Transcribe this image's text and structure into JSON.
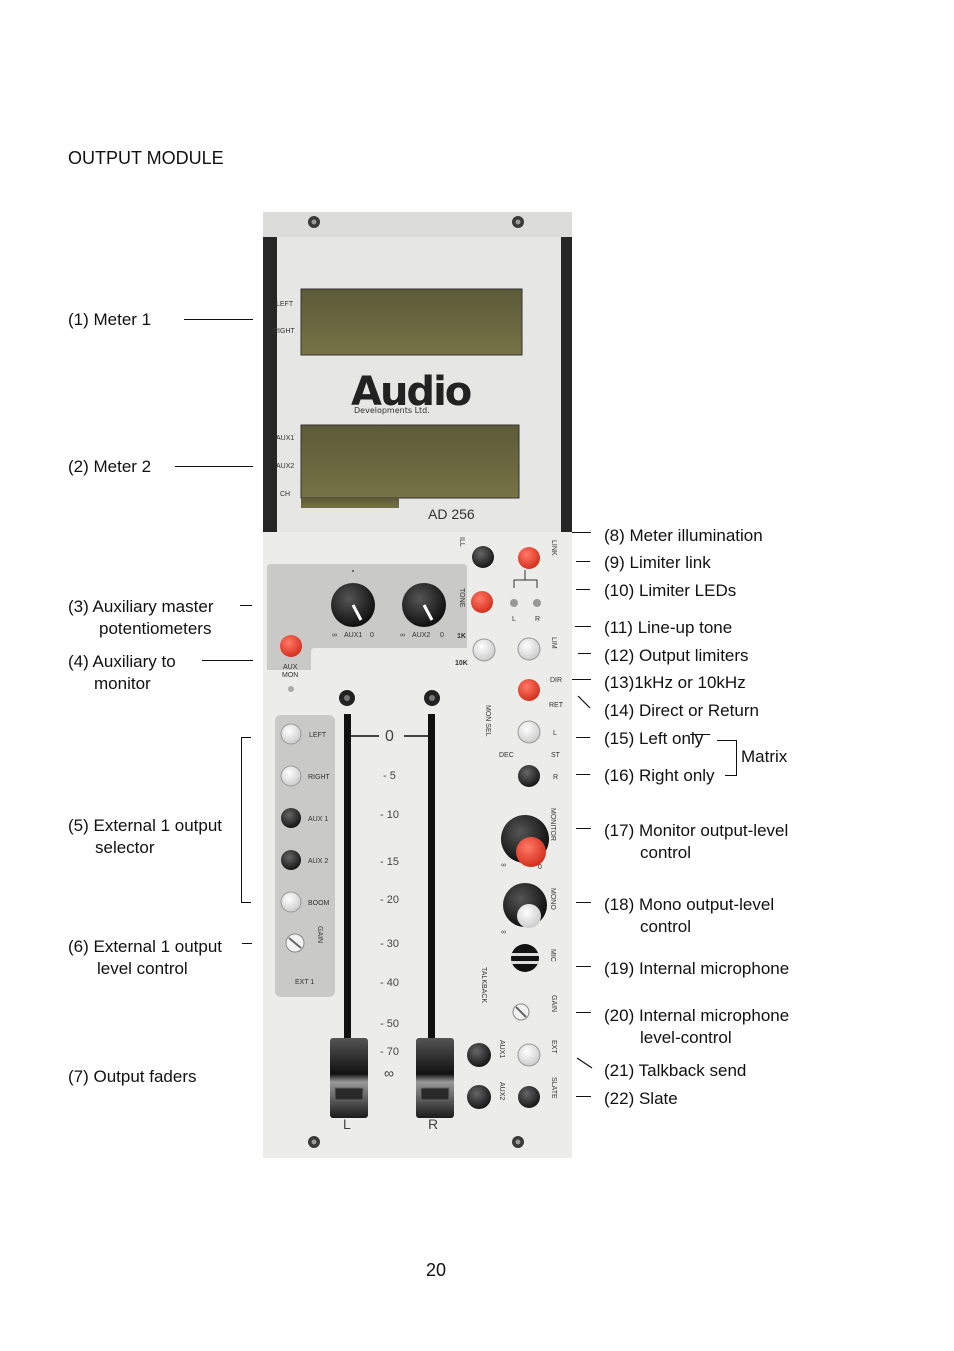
{
  "page": {
    "heading": "OUTPUT MODULE",
    "page_number": "20"
  },
  "panel": {
    "brand": "Audio",
    "brand_sub": "Developments Ltd.",
    "model": "AD 256",
    "meter1_labels": [
      "LEFT",
      "RIGHT"
    ],
    "meter2_labels": [
      "AUX1",
      "AUX2",
      "CH"
    ],
    "knob_labels": [
      "AUX1",
      "AUX2"
    ],
    "aux_mon": [
      "AUX",
      "MON"
    ],
    "ill": "ILL",
    "link": "LINK",
    "tone": "TONE",
    "tone_freq": [
      "1K",
      "10K"
    ],
    "lim": "LIM",
    "dir_ret": [
      "DIR",
      "RET"
    ],
    "mon_sel": "MON SEL",
    "matrix_labels": [
      "L",
      "ST",
      "R",
      "DEC"
    ],
    "lr_leds": [
      "L",
      "R"
    ],
    "ext_selector": [
      "LEFT",
      "RIGHT",
      "AUX 1",
      "AUX 2",
      "BOOM"
    ],
    "gain": "GAIN",
    "ext1": "EXT 1",
    "monitor": "MONITOR",
    "mono": "MONO",
    "mic": "MIC",
    "talkback": "TALKBACK",
    "ext": "EXT",
    "slate": "SLATE",
    "aux_sends": [
      "AUX1",
      "AUX2"
    ],
    "fader_scale": [
      "0",
      "- 5",
      "- 10",
      "- 15",
      "- 20",
      "- 30",
      "- 40",
      "- 50",
      "- 70",
      "∞"
    ],
    "fader_names": [
      "L",
      "R"
    ],
    "knob_scale_min": "∞",
    "knob_scale_max": "0"
  },
  "callouts_left": [
    {
      "line1": "(1) Meter 1",
      "line2": ""
    },
    {
      "line1": "(2) Meter 2",
      "line2": ""
    },
    {
      "line1": "(3) Auxiliary master",
      "line2": "potentiometers"
    },
    {
      "line1": "(4) Auxiliary to",
      "line2": "monitor"
    },
    {
      "line1": "(5) External 1 output",
      "line2": "selector"
    },
    {
      "line1": "(6) External 1 output",
      "line2": "level control"
    },
    {
      "line1": "(7) Output faders",
      "line2": ""
    }
  ],
  "callouts_right": [
    {
      "line1": "(8) Meter illumination",
      "line2": ""
    },
    {
      "line1": "(9) Limiter link",
      "line2": ""
    },
    {
      "line1": "(10) Limiter LEDs",
      "line2": ""
    },
    {
      "line1": "(11) Line-up tone",
      "line2": ""
    },
    {
      "line1": "(12) Output limiters",
      "line2": ""
    },
    {
      "line1": "(13)1kHz or 10kHz",
      "line2": ""
    },
    {
      "line1": "(14) Direct or Return",
      "line2": ""
    },
    {
      "line1": "(15) Left only",
      "line2": ""
    },
    {
      "line1": "(16) Right only",
      "line2": ""
    },
    {
      "line1": "(17) Monitor output-level",
      "line2": "control"
    },
    {
      "line1": "(18) Mono output-level",
      "line2": "control"
    },
    {
      "line1": "(19) Internal microphone",
      "line2": ""
    },
    {
      "line1": "(20) Internal microphone",
      "line2": "level-control"
    },
    {
      "line1": "(21) Talkback send",
      "line2": ""
    },
    {
      "line1": "(22) Slate",
      "line2": ""
    }
  ],
  "matrix_label": "Matrix"
}
